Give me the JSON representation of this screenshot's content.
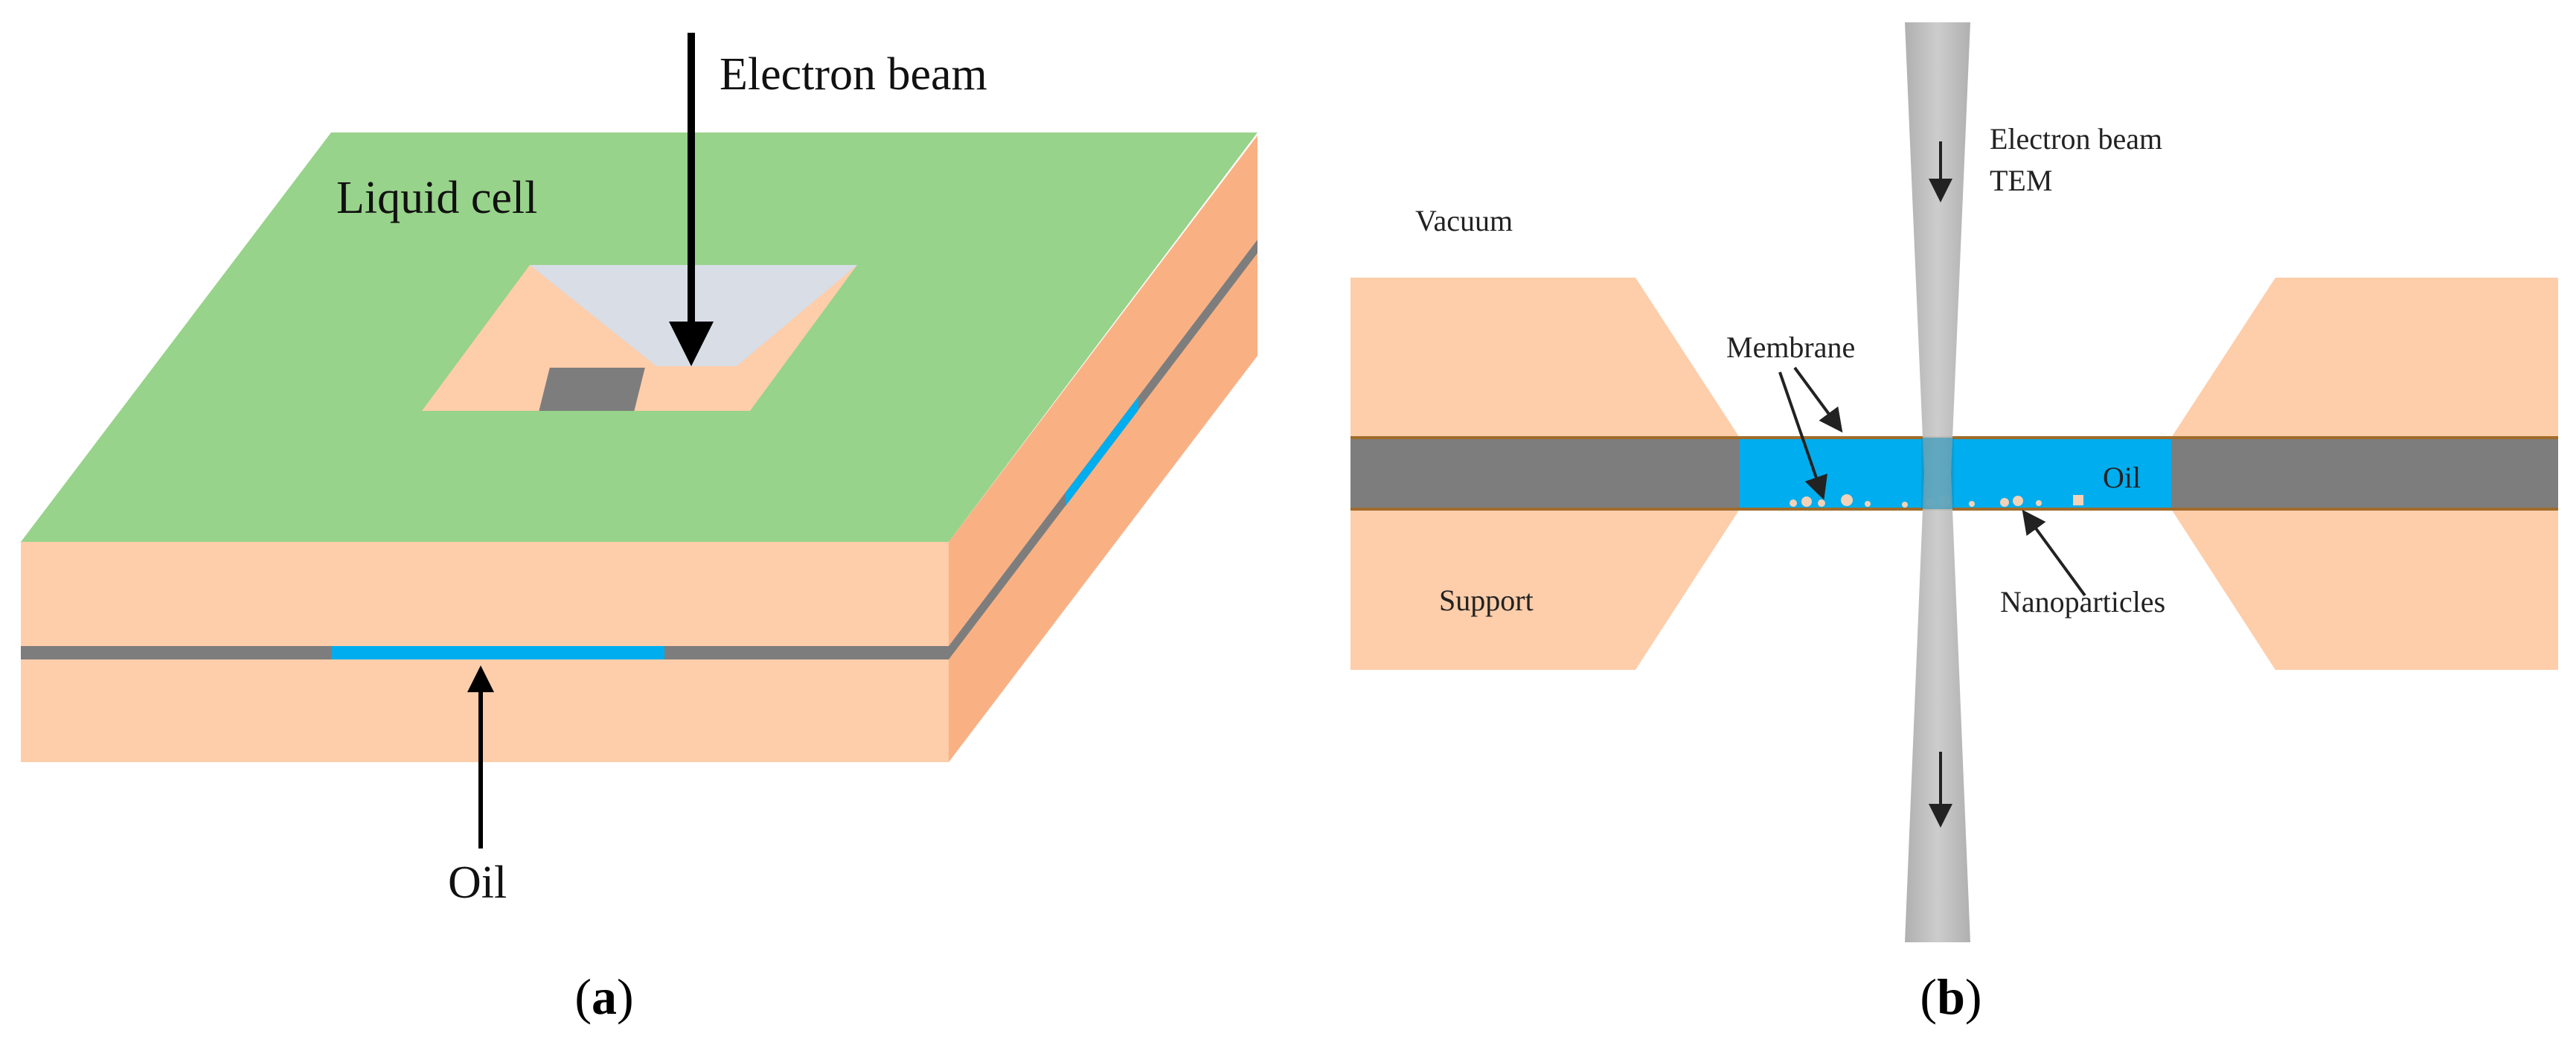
{
  "panel_a": {
    "labels": {
      "electron_beam": "Electron beam",
      "liquid_cell": "Liquid cell",
      "oil": "Oil"
    },
    "caption": {
      "open": "(",
      "letter": "a",
      "close": ")"
    }
  },
  "panel_b": {
    "labels": {
      "electron_beam_line1": "Electron beam",
      "electron_beam_line2": "TEM",
      "vacuum": "Vacuum",
      "membrane": "Membrane",
      "oil": "Oil",
      "support": "Support",
      "nanoparticles": "Nanoparticles"
    },
    "caption": {
      "open": "(",
      "letter": "b",
      "close": ")"
    }
  },
  "colors": {
    "green_top": "#97d38a",
    "peach": "#fecdaa",
    "peach_side": "#f9b184",
    "gray_layer": "#7d7d7d",
    "oil_blue": "#00adee",
    "window_gray": "#d8dde6",
    "beam_gray": "#b7b7b7",
    "membrane_line": "#a06b2a"
  }
}
